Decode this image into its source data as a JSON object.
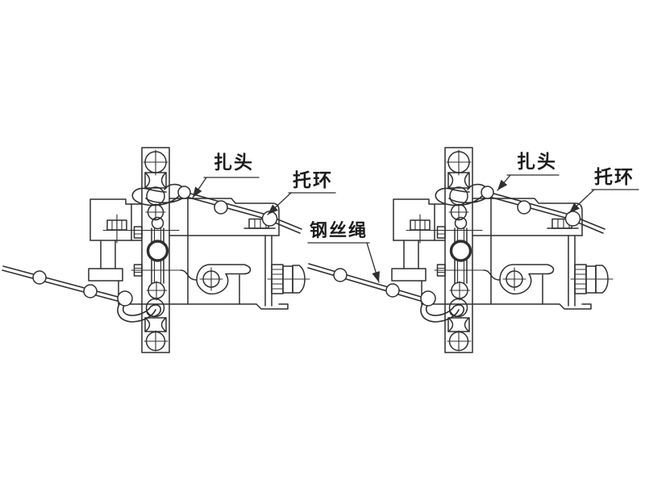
{
  "diagram": {
    "background_color": "#ffffff",
    "line_color": "#2f2f2f",
    "left_figure": {
      "labels": {
        "zatou": "扎头",
        "tuohuan": "托环"
      }
    },
    "right_figure": {
      "labels": {
        "gangsisheng": "钢丝绳",
        "zatou": "扎头",
        "tuohuan": "托环"
      }
    }
  }
}
